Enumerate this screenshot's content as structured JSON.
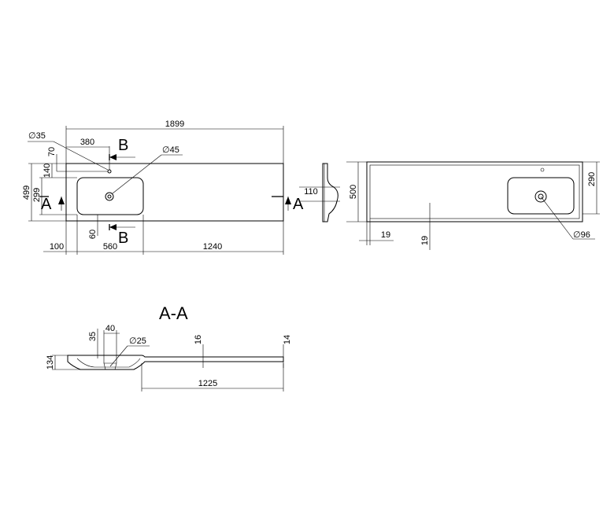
{
  "top_view": {
    "overall_length": "1899",
    "tap_offset": "380",
    "overflow_diameter": "∅35",
    "tap_hole_diameter": "∅45",
    "overflow_offset": "70",
    "bowl_front_offset": "140",
    "bowl_depth": "299",
    "overall_depth": "499",
    "bowl_bottom_margin": "60",
    "left_margin": "100",
    "bowl_length": "560",
    "right_extension": "1240",
    "section_a_label": "A",
    "section_b_label": "B"
  },
  "side_view": {
    "bowl_height": "110"
  },
  "front_view": {
    "depth": "500",
    "bowl_depth": "290",
    "edge_left": "19",
    "edge_bottom": "19",
    "drain_diameter": "∅96"
  },
  "section_aa": {
    "title": "A-A",
    "height": "134",
    "drain_offset_a": "35",
    "drain_offset_b": "40",
    "drain_diameter": "∅25",
    "thickness_mid": "16",
    "thickness_end": "14",
    "shelf_length": "1225"
  }
}
